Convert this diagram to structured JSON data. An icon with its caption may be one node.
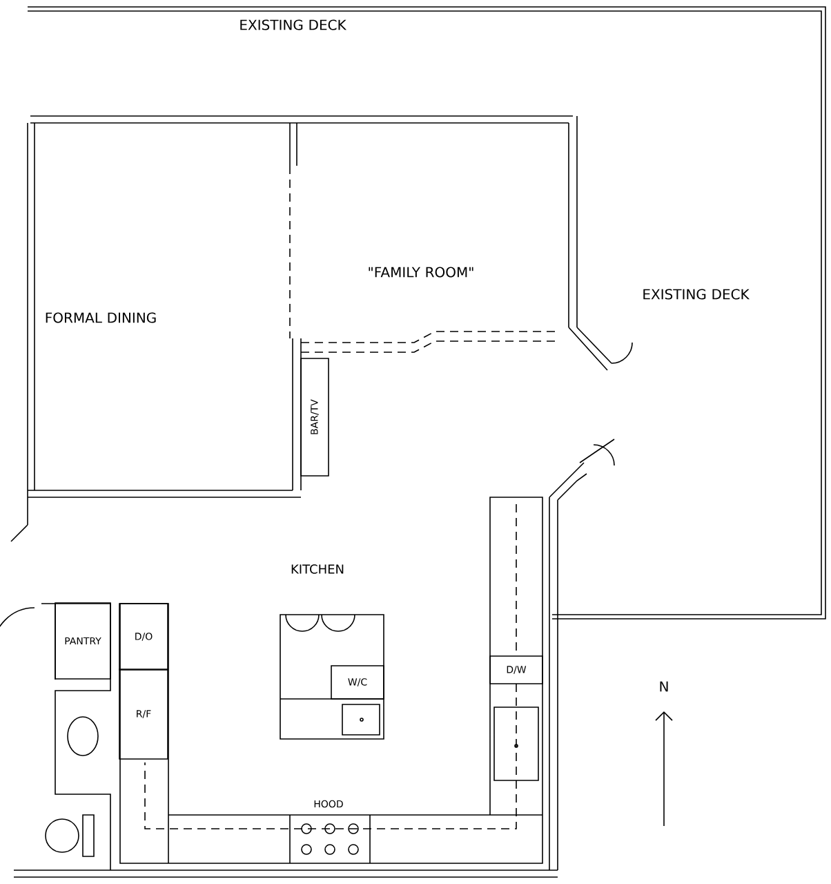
{
  "diagram": {
    "nodes": [
      {
        "text": [
          "BAR/TV"
        ]
      },
      {
        "text": [
          "PANTRY"
        ]
      },
      {
        "text": [
          "D/O"
        ]
      },
      {
        "text": [
          "R/F"
        ]
      },
      {
        "text": [
          "W/C"
        ]
      },
      {
        "text": [
          "D/W"
        ]
      }
    ],
    "labels": [
      "EXISTING DECK",
      "FORMAL DINING",
      "\"FAMILY ROOM\"",
      "EXISTING DECK",
      "KITCHEN",
      "HOOD",
      "N"
    ]
  }
}
